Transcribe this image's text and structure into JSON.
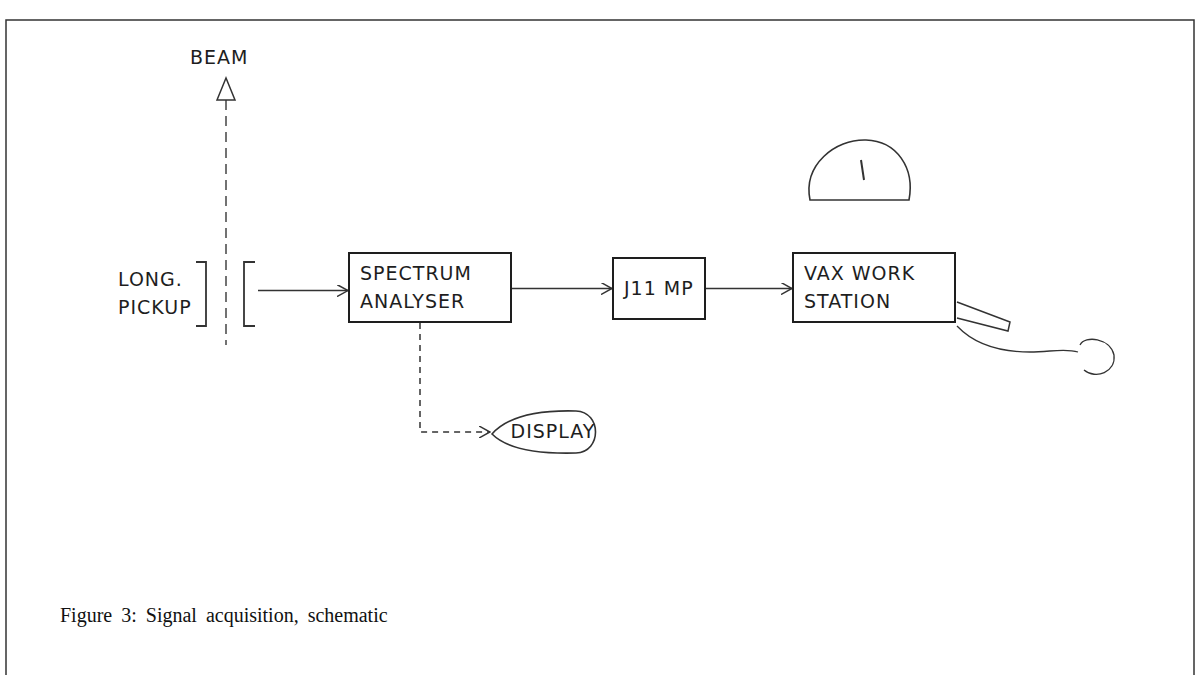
{
  "diagram": {
    "caption": "Figure 3: Signal acquisition, schematic",
    "nodes": [
      {
        "text": [
          "LONG. PICKUP"
        ]
      },
      {
        "text": [
          "SPECTRUM ANALYSER"
        ]
      },
      {
        "text": [
          "J11 MP"
        ]
      },
      {
        "text": [
          "VAX WORK STATION"
        ]
      },
      {
        "text": [
          "DISPLAY"
        ]
      }
    ],
    "edges": [
      {
        "from": 0,
        "to": 1,
        "arrow": "to"
      },
      {
        "from": 1,
        "to": 2,
        "arrow": "to"
      },
      {
        "from": 2,
        "to": 3,
        "arrow": "to"
      },
      {
        "from": 1,
        "to": 4,
        "arrow": "to"
      }
    ],
    "labels": [
      "BEAM"
    ]
  }
}
